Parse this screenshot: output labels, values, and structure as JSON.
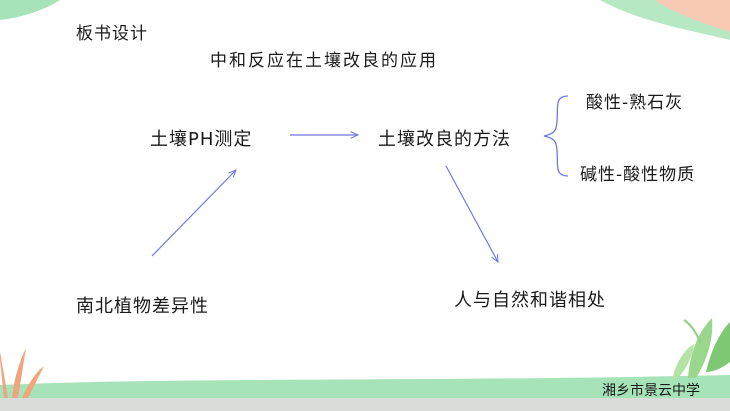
{
  "board": {
    "heading": "板书设计",
    "subtitle": "中和反应在土壤改良的应用",
    "nodes": {
      "soil_ph": "土壤PH测定",
      "improve_method": "土壤改良的方法",
      "acidic": "酸性-熟石灰",
      "alkaline": "碱性-酸性物质",
      "regional_diff": "南北植物差异性",
      "harmony": "人与自然和谐相处"
    }
  },
  "footer": {
    "school": "湘乡市景云中学"
  },
  "colors": {
    "arrow": "#6f78e6",
    "brace": "#6f78e6",
    "mint": "#a7e3b9",
    "peach": "#f8c9b3",
    "leaf_green": "#8ccf7d"
  }
}
